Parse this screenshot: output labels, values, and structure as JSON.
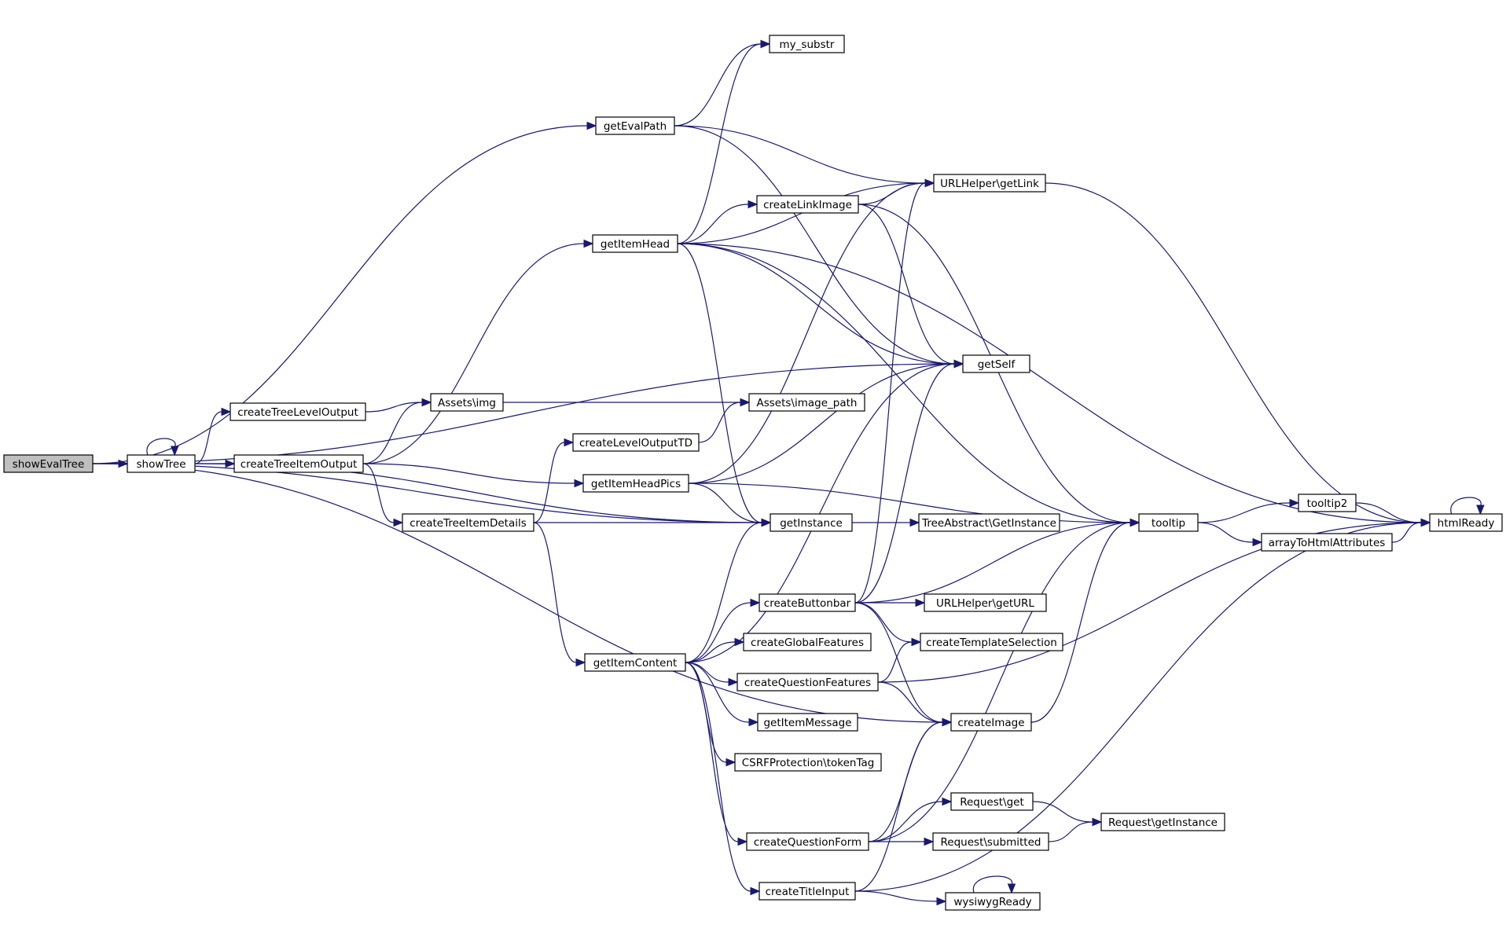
{
  "diagram": {
    "nodes": [
      {
        "id": "showEvalTree",
        "label": "showEvalTree",
        "root": true
      },
      {
        "id": "showTree",
        "label": "showTree"
      },
      {
        "id": "getEvalPath",
        "label": "getEvalPath"
      },
      {
        "id": "my_substr",
        "label": "my_substr"
      },
      {
        "id": "getItemHead",
        "label": "getItemHead"
      },
      {
        "id": "createLinkImage",
        "label": "createLinkImage"
      },
      {
        "id": "URLHelper_getLink",
        "label": "URLHelper\\getLink"
      },
      {
        "id": "getSelf",
        "label": "getSelf"
      },
      {
        "id": "createTreeLevelOutput",
        "label": "createTreeLevelOutput"
      },
      {
        "id": "Assets_img",
        "label": "Assets\\img"
      },
      {
        "id": "Assets_image_path",
        "label": "Assets\\image_path"
      },
      {
        "id": "createTreeItemOutput",
        "label": "createTreeItemOutput"
      },
      {
        "id": "createLevelOutputTD",
        "label": "createLevelOutputTD"
      },
      {
        "id": "getItemHeadPics",
        "label": "getItemHeadPics"
      },
      {
        "id": "createTreeItemDetails",
        "label": "createTreeItemDetails"
      },
      {
        "id": "getInstance",
        "label": "getInstance"
      },
      {
        "id": "TreeAbstract_GetInstance",
        "label": "TreeAbstract\\GetInstance"
      },
      {
        "id": "tooltip",
        "label": "tooltip"
      },
      {
        "id": "tooltip2",
        "label": "tooltip2"
      },
      {
        "id": "arrayToHtmlAttributes",
        "label": "arrayToHtmlAttributes"
      },
      {
        "id": "htmlReady",
        "label": "htmlReady"
      },
      {
        "id": "createButtonbar",
        "label": "createButtonbar"
      },
      {
        "id": "URLHelper_getURL",
        "label": "URLHelper\\getURL"
      },
      {
        "id": "createGlobalFeatures",
        "label": "createGlobalFeatures"
      },
      {
        "id": "createTemplateSelection",
        "label": "createTemplateSelection"
      },
      {
        "id": "getItemContent",
        "label": "getItemContent"
      },
      {
        "id": "createQuestionFeatures",
        "label": "createQuestionFeatures"
      },
      {
        "id": "getItemMessage",
        "label": "getItemMessage"
      },
      {
        "id": "createImage",
        "label": "createImage"
      },
      {
        "id": "CSRFProtection_tokenTag",
        "label": "CSRFProtection\\tokenTag"
      },
      {
        "id": "Request_get",
        "label": "Request\\get"
      },
      {
        "id": "Request_getInstance",
        "label": "Request\\getInstance"
      },
      {
        "id": "createQuestionForm",
        "label": "createQuestionForm"
      },
      {
        "id": "Request_submitted",
        "label": "Request\\submitted"
      },
      {
        "id": "createTitleInput",
        "label": "createTitleInput"
      },
      {
        "id": "wysiwygReady",
        "label": "wysiwygReady"
      }
    ],
    "edges": [
      [
        "showEvalTree",
        "getEvalPath"
      ],
      [
        "showEvalTree",
        "getSelf"
      ],
      [
        "showEvalTree",
        "showTree"
      ],
      [
        "showEvalTree",
        "getInstance"
      ],
      [
        "showEvalTree",
        "createImage"
      ],
      [
        "showTree",
        "showTree"
      ],
      [
        "showTree",
        "createTreeLevelOutput"
      ],
      [
        "showTree",
        "createTreeItemOutput"
      ],
      [
        "showTree",
        "getInstance"
      ],
      [
        "getEvalPath",
        "my_substr"
      ],
      [
        "getEvalPath",
        "URLHelper_getLink"
      ],
      [
        "getEvalPath",
        "getSelf"
      ],
      [
        "getItemHead",
        "my_substr"
      ],
      [
        "getItemHead",
        "htmlReady"
      ],
      [
        "getItemHead",
        "URLHelper_getLink"
      ],
      [
        "getItemHead",
        "createLinkImage"
      ],
      [
        "getItemHead",
        "getSelf"
      ],
      [
        "getItemHead",
        "tooltip"
      ],
      [
        "getItemHead",
        "getInstance"
      ],
      [
        "createLinkImage",
        "URLHelper_getLink"
      ],
      [
        "createLinkImage",
        "getSelf"
      ],
      [
        "createLinkImage",
        "tooltip"
      ],
      [
        "URLHelper_getLink",
        "htmlReady"
      ],
      [
        "createTreeLevelOutput",
        "Assets_img"
      ],
      [
        "Assets_img",
        "Assets_image_path"
      ],
      [
        "createTreeItemOutput",
        "Assets_img"
      ],
      [
        "createTreeItemOutput",
        "getItemHead"
      ],
      [
        "createTreeItemOutput",
        "getItemHeadPics"
      ],
      [
        "createTreeItemOutput",
        "createTreeItemDetails"
      ],
      [
        "createLevelOutputTD",
        "Assets_image_path"
      ],
      [
        "getItemHeadPics",
        "URLHelper_getLink"
      ],
      [
        "getItemHeadPics",
        "getSelf"
      ],
      [
        "getItemHeadPics",
        "tooltip"
      ],
      [
        "getItemHeadPics",
        "getInstance"
      ],
      [
        "createTreeItemDetails",
        "createLevelOutputTD"
      ],
      [
        "createTreeItemDetails",
        "getInstance"
      ],
      [
        "createTreeItemDetails",
        "getItemContent"
      ],
      [
        "getInstance",
        "TreeAbstract_GetInstance"
      ],
      [
        "tooltip",
        "tooltip2"
      ],
      [
        "tooltip",
        "arrayToHtmlAttributes"
      ],
      [
        "tooltip2",
        "htmlReady"
      ],
      [
        "arrayToHtmlAttributes",
        "htmlReady"
      ],
      [
        "htmlReady",
        "htmlReady"
      ],
      [
        "createButtonbar",
        "URLHelper_getLink"
      ],
      [
        "createButtonbar",
        "getSelf"
      ],
      [
        "createButtonbar",
        "tooltip"
      ],
      [
        "createButtonbar",
        "URLHelper_getURL"
      ],
      [
        "createButtonbar",
        "createTemplateSelection"
      ],
      [
        "createButtonbar",
        "createImage"
      ],
      [
        "getItemContent",
        "getSelf"
      ],
      [
        "getItemContent",
        "getInstance"
      ],
      [
        "getItemContent",
        "createButtonbar"
      ],
      [
        "getItemContent",
        "createGlobalFeatures"
      ],
      [
        "getItemContent",
        "createQuestionFeatures"
      ],
      [
        "getItemContent",
        "getItemMessage"
      ],
      [
        "getItemContent",
        "CSRFProtection_tokenTag"
      ],
      [
        "getItemContent",
        "createQuestionForm"
      ],
      [
        "getItemContent",
        "createTitleInput"
      ],
      [
        "createQuestionFeatures",
        "createTemplateSelection"
      ],
      [
        "createQuestionFeatures",
        "htmlReady"
      ],
      [
        "createQuestionFeatures",
        "createImage"
      ],
      [
        "createImage",
        "tooltip"
      ],
      [
        "createQuestionForm",
        "createImage"
      ],
      [
        "createQuestionForm",
        "tooltip"
      ],
      [
        "createQuestionForm",
        "Request_get"
      ],
      [
        "createQuestionForm",
        "Request_submitted"
      ],
      [
        "Request_get",
        "Request_getInstance"
      ],
      [
        "Request_submitted",
        "Request_getInstance"
      ],
      [
        "createTitleInput",
        "createImage"
      ],
      [
        "createTitleInput",
        "wysiwygReady"
      ],
      [
        "createTitleInput",
        "htmlReady"
      ],
      [
        "wysiwygReady",
        "wysiwygReady"
      ]
    ]
  }
}
